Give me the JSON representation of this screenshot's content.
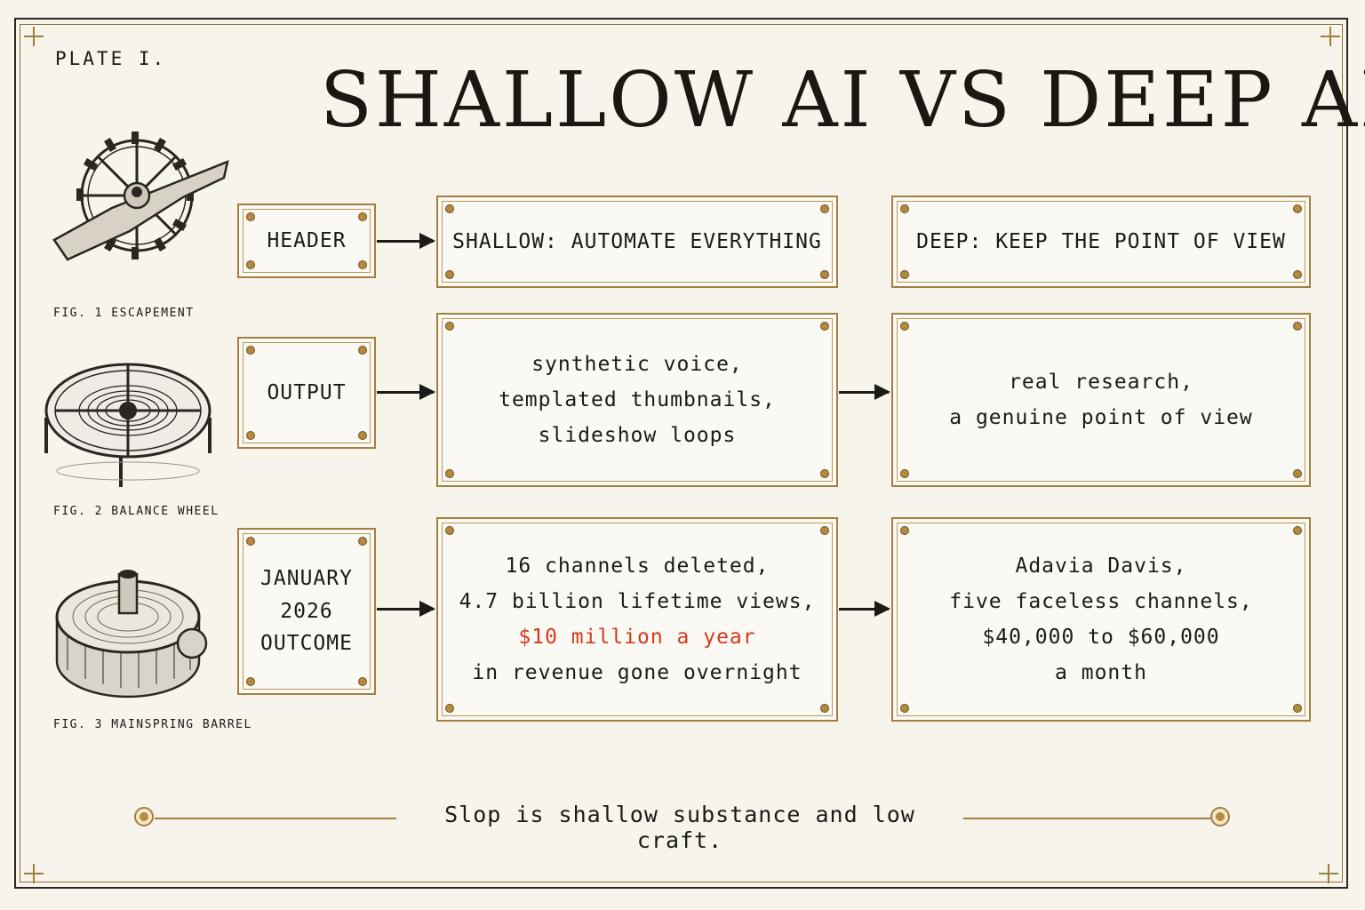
{
  "plate_label": "PLATE I.",
  "title": "SHALLOW AI VS DEEP AI",
  "figures": [
    {
      "label": "FIG. 1  ESCAPEMENT",
      "icon": "escapement-icon"
    },
    {
      "label": "FIG. 2  BALANCE WHEEL",
      "icon": "balance-wheel-icon"
    },
    {
      "label": "FIG. 3  MAINSPRING BARREL",
      "icon": "mainspring-barrel-icon"
    }
  ],
  "rows": [
    {
      "label": "HEADER",
      "shallow": [
        "SHALLOW: AUTOMATE EVERYTHING"
      ],
      "deep": [
        "DEEP: KEEP THE POINT OF VIEW"
      ]
    },
    {
      "label": "OUTPUT",
      "shallow": [
        "synthetic voice,",
        "templated thumbnails,",
        "slideshow loops"
      ],
      "deep": [
        "real research,",
        "a genuine point of view"
      ]
    },
    {
      "label": "JANUARY\n2026\nOUTCOME",
      "shallow": [
        "16 channels deleted,",
        "4.7 billion lifetime views,",
        "$10 million a year",
        "in revenue gone overnight"
      ],
      "deep": [
        "Adavia Davis,",
        "five faceless channels,",
        "$40,000 to $60,000",
        "a month"
      ]
    }
  ],
  "footer": "Slop is shallow substance and low craft.",
  "colors": {
    "accent_gold": "#a37f3f",
    "highlight_red": "#d43a1f",
    "ink": "#1b1a17",
    "paper": "#f7f4ec"
  }
}
